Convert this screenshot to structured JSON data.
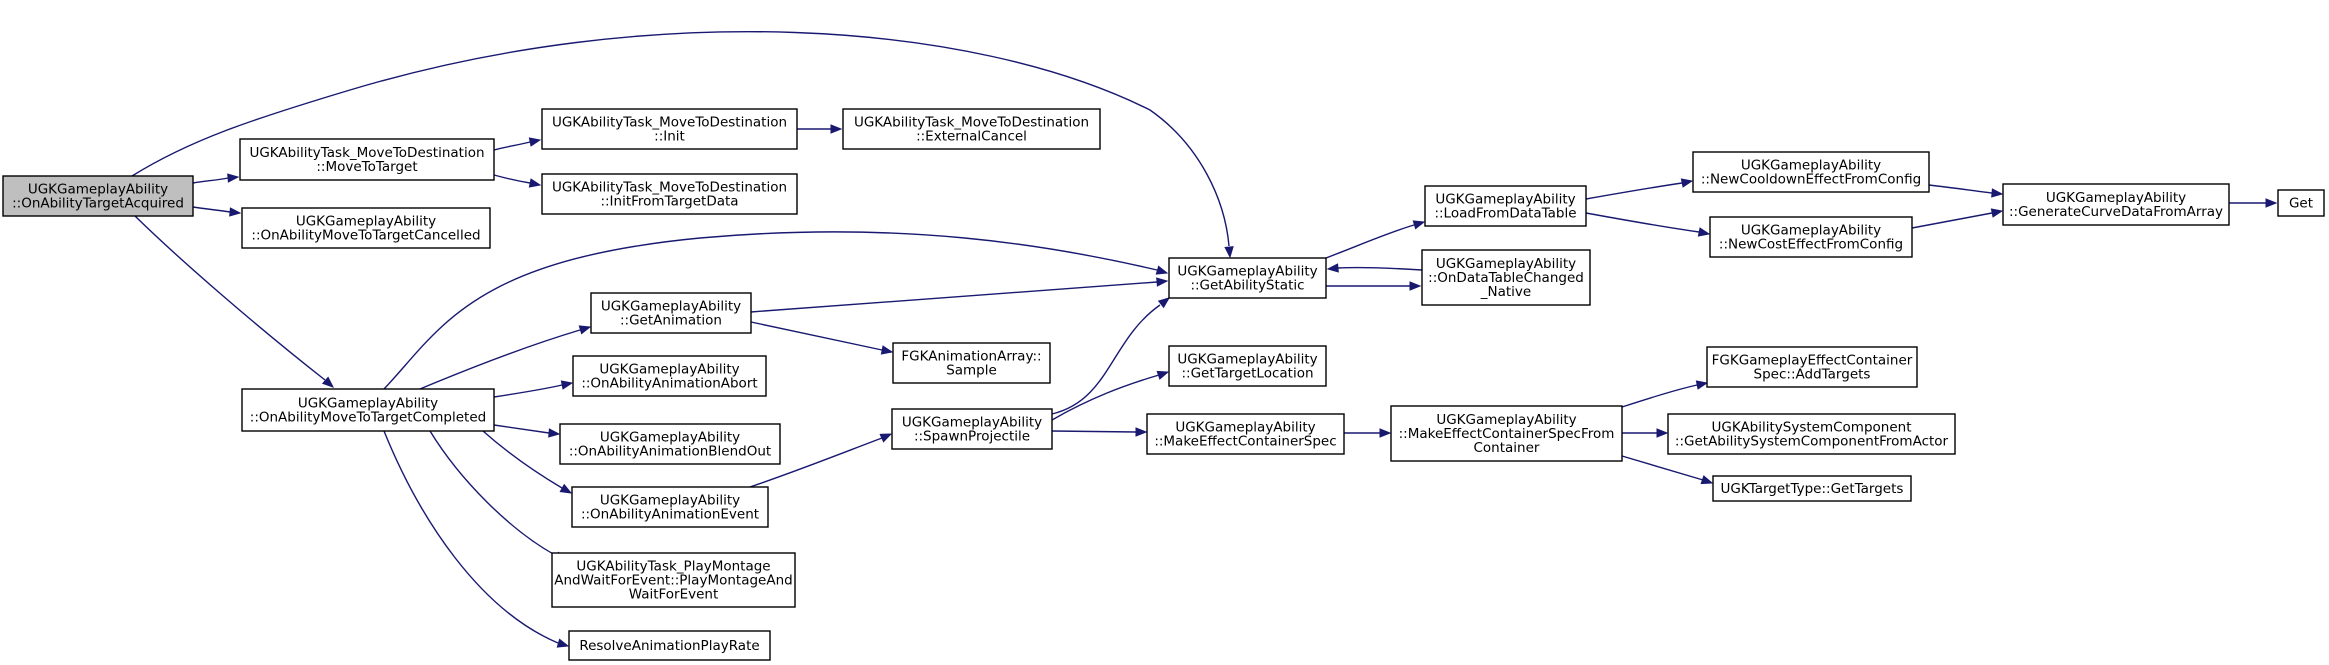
{
  "diagram": {
    "type": "doxygen-call-graph",
    "colors": {
      "edge": "#191970",
      "node_border": "#000000",
      "root_fill": "#bfbfbf",
      "node_fill": "#ffffff"
    },
    "nodes": [
      {
        "id": "n_root",
        "lines": [
          "UGKGameplayAbility",
          "::OnAbilityTargetAcquired"
        ],
        "root": true
      },
      {
        "id": "n_movetotarget",
        "lines": [
          "UGKAbilityTask_MoveToDestination",
          "::MoveToTarget"
        ]
      },
      {
        "id": "n_movecancelled",
        "lines": [
          "UGKGameplayAbility",
          "::OnAbilityMoveToTargetCancelled"
        ]
      },
      {
        "id": "n_movecompleted",
        "lines": [
          "UGKGameplayAbility",
          "::OnAbilityMoveToTargetCompleted"
        ]
      },
      {
        "id": "n_init",
        "lines": [
          "UGKAbilityTask_MoveToDestination",
          "::Init"
        ]
      },
      {
        "id": "n_initfromtarget",
        "lines": [
          "UGKAbilityTask_MoveToDestination",
          "::InitFromTargetData"
        ]
      },
      {
        "id": "n_externalcancel",
        "lines": [
          "UGKAbilityTask_MoveToDestination",
          "::ExternalCancel"
        ]
      },
      {
        "id": "n_getanimation",
        "lines": [
          "UGKGameplayAbility",
          "::GetAnimation"
        ]
      },
      {
        "id": "n_animabort",
        "lines": [
          "UGKGameplayAbility",
          "::OnAbilityAnimationAbort"
        ]
      },
      {
        "id": "n_animblendout",
        "lines": [
          "UGKGameplayAbility",
          "::OnAbilityAnimationBlendOut"
        ]
      },
      {
        "id": "n_animevent",
        "lines": [
          "UGKGameplayAbility",
          "::OnAbilityAnimationEvent"
        ]
      },
      {
        "id": "n_playmontage",
        "lines": [
          "UGKAbilityTask_PlayMontage",
          "AndWaitForEvent::PlayMontageAnd",
          "WaitForEvent"
        ]
      },
      {
        "id": "n_resolverate",
        "lines": [
          "ResolveAnimationPlayRate"
        ]
      },
      {
        "id": "n_sample",
        "lines": [
          "FGKAnimationArray::",
          "Sample"
        ]
      },
      {
        "id": "n_spawnprojectile",
        "lines": [
          "UGKGameplayAbility",
          "::SpawnProjectile"
        ]
      },
      {
        "id": "n_getabilitystatic",
        "lines": [
          "UGKGameplayAbility",
          "::GetAbilityStatic"
        ]
      },
      {
        "id": "n_gettargetlocation",
        "lines": [
          "UGKGameplayAbility",
          "::GetTargetLocation"
        ]
      },
      {
        "id": "n_makeeffectspec",
        "lines": [
          "UGKGameplayAbility",
          "::MakeEffectContainerSpec"
        ]
      },
      {
        "id": "n_loadfromdatatable",
        "lines": [
          "UGKGameplayAbility",
          "::LoadFromDataTable"
        ]
      },
      {
        "id": "n_ondatatablechanged",
        "lines": [
          "UGKGameplayAbility",
          "::OnDataTableChanged",
          "_Native"
        ]
      },
      {
        "id": "n_makespecfromcontainer",
        "lines": [
          "UGKGameplayAbility",
          "::MakeEffectContainerSpecFrom",
          "Container"
        ]
      },
      {
        "id": "n_newcooldown",
        "lines": [
          "UGKGameplayAbility",
          "::NewCooldownEffectFromConfig"
        ]
      },
      {
        "id": "n_newcost",
        "lines": [
          "UGKGameplayAbility",
          "::NewCostEffectFromConfig"
        ]
      },
      {
        "id": "n_addtargets",
        "lines": [
          "FGKGameplayEffectContainer",
          "Spec::AddTargets"
        ]
      },
      {
        "id": "n_getasc",
        "lines": [
          "UGKAbilitySystemComponent",
          "::GetAbilitySystemComponentFromActor"
        ]
      },
      {
        "id": "n_gettargets",
        "lines": [
          "UGKTargetType::GetTargets"
        ]
      },
      {
        "id": "n_generatecurve",
        "lines": [
          "UGKGameplayAbility",
          "::GenerateCurveDataFromArray"
        ]
      },
      {
        "id": "n_get",
        "lines": [
          "Get"
        ]
      }
    ],
    "edges": [
      {
        "from": "n_root",
        "to": "n_movetotarget"
      },
      {
        "from": "n_root",
        "to": "n_movecancelled"
      },
      {
        "from": "n_root",
        "to": "n_movecompleted"
      },
      {
        "from": "n_root",
        "to": "n_getabilitystatic"
      },
      {
        "from": "n_movetotarget",
        "to": "n_init"
      },
      {
        "from": "n_movetotarget",
        "to": "n_initfromtarget"
      },
      {
        "from": "n_init",
        "to": "n_externalcancel"
      },
      {
        "from": "n_movecompleted",
        "to": "n_getabilitystatic"
      },
      {
        "from": "n_movecompleted",
        "to": "n_getanimation"
      },
      {
        "from": "n_movecompleted",
        "to": "n_animabort"
      },
      {
        "from": "n_movecompleted",
        "to": "n_animblendout"
      },
      {
        "from": "n_movecompleted",
        "to": "n_animevent"
      },
      {
        "from": "n_movecompleted",
        "to": "n_playmontage"
      },
      {
        "from": "n_movecompleted",
        "to": "n_resolverate"
      },
      {
        "from": "n_getanimation",
        "to": "n_getabilitystatic"
      },
      {
        "from": "n_getanimation",
        "to": "n_sample"
      },
      {
        "from": "n_animevent",
        "to": "n_spawnprojectile"
      },
      {
        "from": "n_spawnprojectile",
        "to": "n_getabilitystatic"
      },
      {
        "from": "n_spawnprojectile",
        "to": "n_gettargetlocation"
      },
      {
        "from": "n_spawnprojectile",
        "to": "n_makeeffectspec"
      },
      {
        "from": "n_getabilitystatic",
        "to": "n_loadfromdatatable"
      },
      {
        "from": "n_getabilitystatic",
        "to": "n_ondatatablechanged"
      },
      {
        "from": "n_ondatatablechanged",
        "to": "n_getabilitystatic"
      },
      {
        "from": "n_loadfromdatatable",
        "to": "n_newcooldown"
      },
      {
        "from": "n_loadfromdatatable",
        "to": "n_newcost"
      },
      {
        "from": "n_newcooldown",
        "to": "n_generatecurve"
      },
      {
        "from": "n_newcost",
        "to": "n_generatecurve"
      },
      {
        "from": "n_generatecurve",
        "to": "n_get"
      },
      {
        "from": "n_makeeffectspec",
        "to": "n_makespecfromcontainer"
      },
      {
        "from": "n_makespecfromcontainer",
        "to": "n_addtargets"
      },
      {
        "from": "n_makespecfromcontainer",
        "to": "n_getasc"
      },
      {
        "from": "n_makespecfromcontainer",
        "to": "n_gettargets"
      }
    ]
  }
}
